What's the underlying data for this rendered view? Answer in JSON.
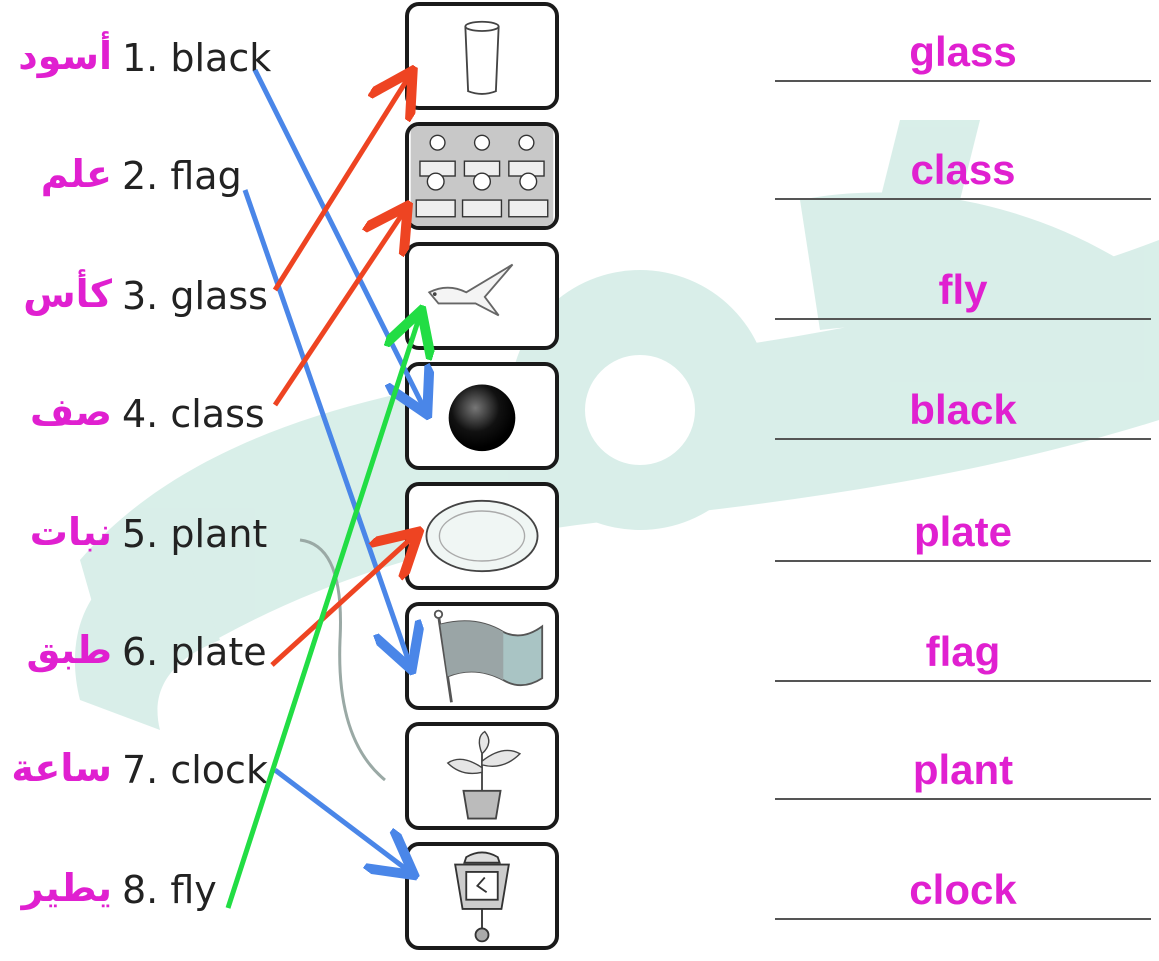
{
  "colors": {
    "arabic": "#e020d0",
    "answer": "#e020d0",
    "arrow_blue": "#4a86e8",
    "arrow_red": "#ee4422",
    "arrow_green": "#22dd44",
    "watermark": "#cfe9e3"
  },
  "words": [
    {
      "num": "1.",
      "english": "black",
      "arabic": "أسود"
    },
    {
      "num": "2.",
      "english": "flag",
      "arabic": "علم"
    },
    {
      "num": "3.",
      "english": "glass",
      "arabic": "كأس"
    },
    {
      "num": "4.",
      "english": "class",
      "arabic": "صف"
    },
    {
      "num": "5.",
      "english": "plant",
      "arabic": "نبات"
    },
    {
      "num": "6.",
      "english": "plate",
      "arabic": "طبق"
    },
    {
      "num": "7.",
      "english": "clock",
      "arabic": "ساعة"
    },
    {
      "num": "8.",
      "english": "fly",
      "arabic": "يطير"
    }
  ],
  "pictures": [
    "glass-icon",
    "classroom-icon",
    "bird-icon",
    "black-ball-icon",
    "plate-icon",
    "flag-icon",
    "plant-icon",
    "clock-icon"
  ],
  "answers": [
    "glass",
    "class",
    "fly",
    "black",
    "plate",
    "flag",
    "plant",
    "clock"
  ]
}
